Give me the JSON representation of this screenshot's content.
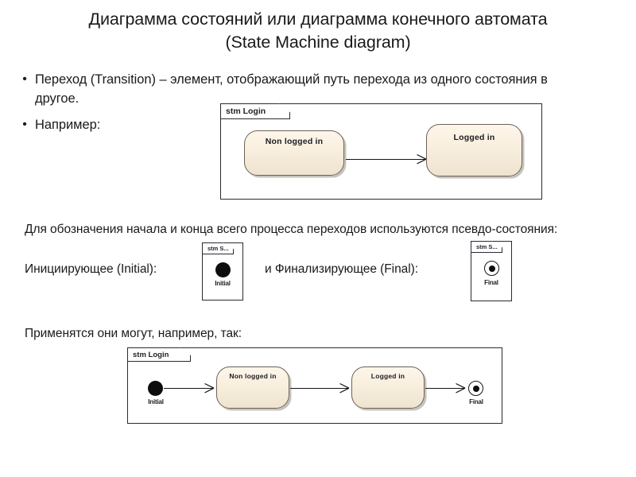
{
  "slide": {
    "title_line1": "Диаграмма состояний или диаграмма конечного автомата",
    "title_line2": "(State Machine diagram)"
  },
  "bullets": [
    {
      "marker": "•",
      "text": "Переход (Transition) – элемент, отображающий путь перехода из одного состояния в другое."
    },
    {
      "marker": "•",
      "text": "Например:"
    }
  ],
  "paragraphs": {
    "pseudo_intro": "Для обозначения начала и конца всего процесса переходов используются псевдо-состояния:",
    "initial_label": "Инициирующее (Initial):",
    "final_label": "и Финализирующее (Final):",
    "usage_intro": "Применятся они могут, например, так:"
  },
  "diagram_top": {
    "frame_label": "stm Login",
    "states": [
      {
        "name": "Non logged in"
      },
      {
        "name": "Logged in"
      }
    ],
    "transitions": [
      {
        "from": "Non logged in",
        "to": "Logged in"
      }
    ]
  },
  "diagram_initial": {
    "frame_label": "stm S...",
    "node_label": "Initial",
    "node_type": "initial-pseudostate"
  },
  "diagram_final": {
    "frame_label": "stm S...",
    "node_label": "Final",
    "node_type": "final-pseudostate"
  },
  "diagram_bottom": {
    "frame_label": "stm Login",
    "initial_label": "Initial",
    "final_label": "Final",
    "states": [
      {
        "name": "Non logged in"
      },
      {
        "name": "Logged in"
      }
    ],
    "transitions": [
      {
        "from": "Initial",
        "to": "Non logged in"
      },
      {
        "from": "Non logged in",
        "to": "Logged in"
      },
      {
        "from": "Logged in",
        "to": "Final"
      }
    ]
  },
  "colors": {
    "state_fill_top": "#fdf6ea",
    "state_fill_bottom": "#efe3cf",
    "state_border": "#6b6257",
    "frame_border": "#2a2a33",
    "line": "#141414",
    "text": "#1a1a1a"
  }
}
